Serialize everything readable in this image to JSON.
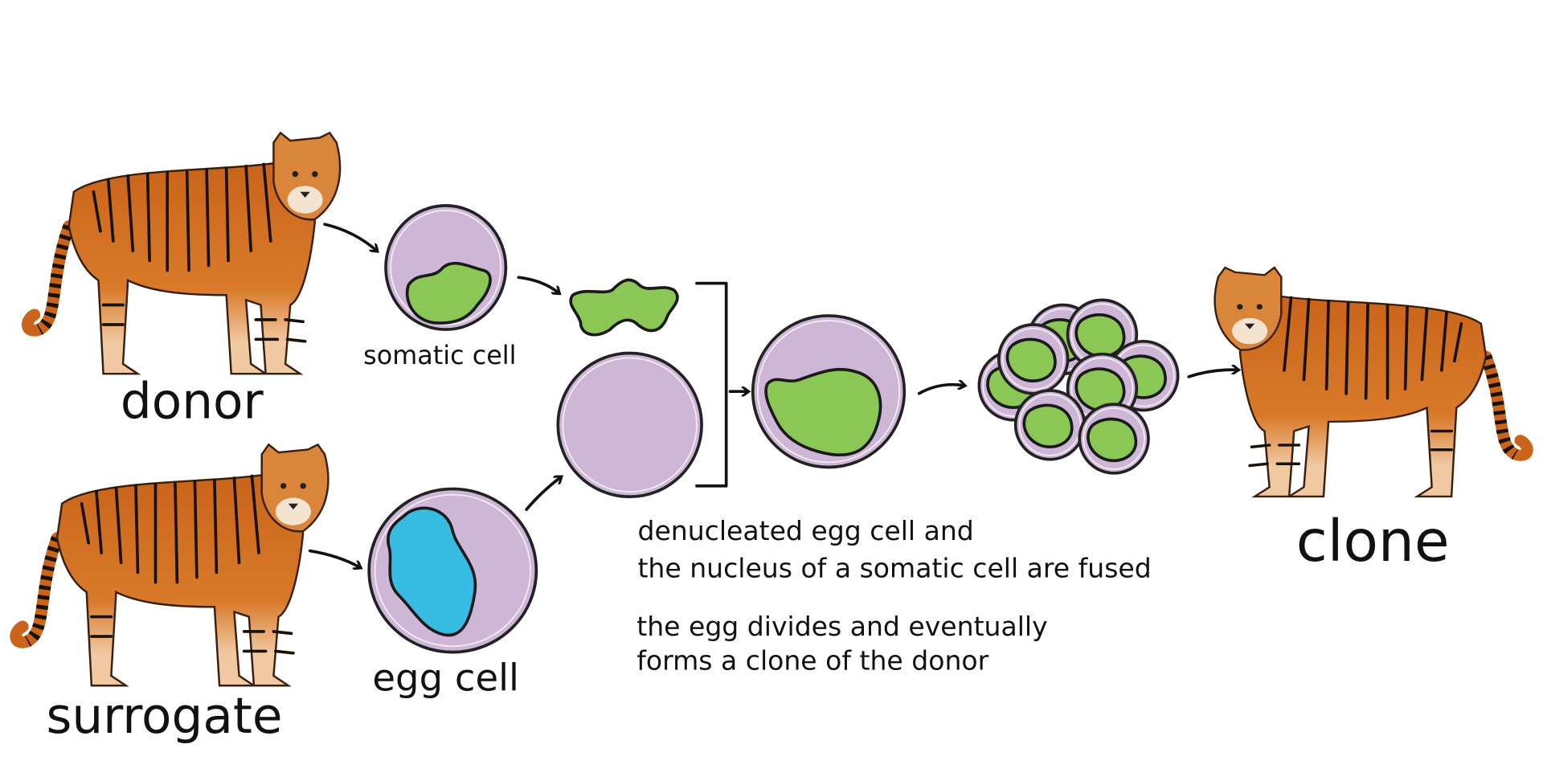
{
  "labels": {
    "donor": "donor",
    "surrogate": "surrogate",
    "somatic_cell": "somatic cell",
    "egg_cell": "egg cell",
    "clone": "clone"
  },
  "descriptions": {
    "fusion_line1": "denucleated egg cell and",
    "fusion_line2": "the nucleus of a somatic cell are fused",
    "division_line1": "the egg divides and eventually",
    "division_line2": "forms a clone of the donor"
  },
  "colors": {
    "cell": "#cdb6d6",
    "somatic_nucleus": "#8bc755",
    "egg_nucleus": "#37bde3",
    "tiger": "#d0701c"
  }
}
